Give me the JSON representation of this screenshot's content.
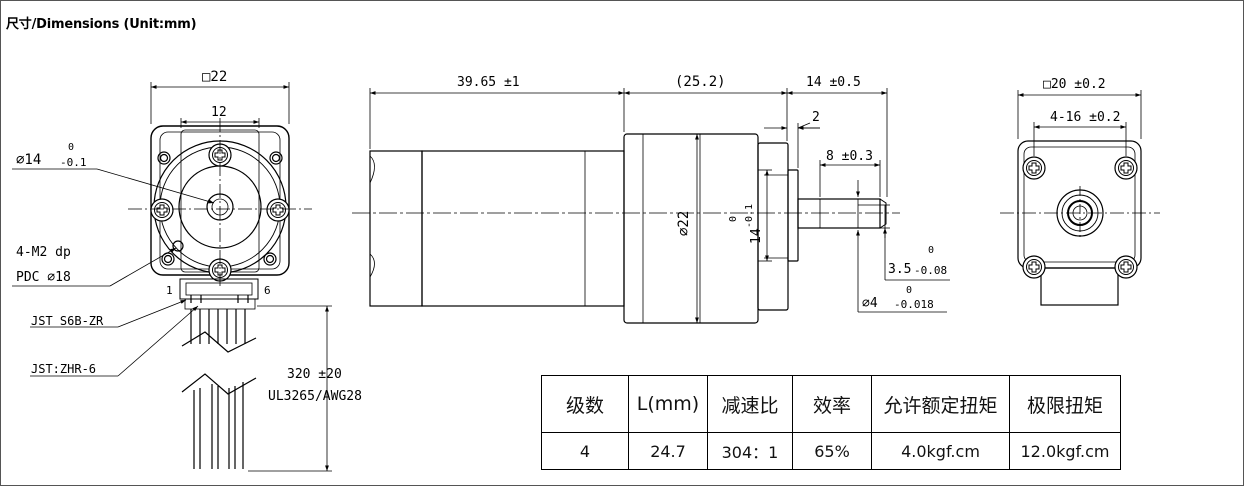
{
  "header": {
    "title": "尺寸/Dimensions (Unit:mm)"
  },
  "drawing": {
    "front_view": {
      "square_size": "□22",
      "boss_width": "12",
      "shaft_dia_label": "∅14",
      "shaft_tol_upper": "0",
      "shaft_tol_lower": "-0.1",
      "holes_label": "4-M2 dp",
      "pcd_label": "PDC ∅18",
      "pin_one": "1",
      "pin_six": "6",
      "connector_label": "JST S6B-ZR",
      "housing_label": "JST:ZHR-6",
      "lead_length": "320 ±20",
      "wire_spec": "UL3265/AWG28"
    },
    "side_view": {
      "motor_length": "39.65 ±1",
      "gearbox_length": "(25.2)",
      "shaft_length": "14 ±0.5",
      "shoulder": "2",
      "flat_length": "8 ±0.3",
      "body_dia": "∅22",
      "pilot_dia": "14",
      "pilot_tol_upper": "0",
      "pilot_tol_lower": "-0.1",
      "flat_height": "3.5",
      "flat_tol_upper": "0",
      "flat_tol_lower": "-0.08",
      "shaft_dia": "∅4",
      "shaft_dia_tol_upper": "0",
      "shaft_dia_tol_lower": "-0.018"
    },
    "rear_view": {
      "square_size": "□20 ±0.2",
      "hole_spacing": "4-16 ±0.2"
    }
  },
  "spec_table": {
    "headers": [
      "级数",
      "L(mm)",
      "减速比",
      "效率",
      "允许额定扭矩",
      "极限扭矩"
    ],
    "values": [
      "4",
      "24.7",
      "304：1",
      "65%",
      "4.0kgf.cm",
      "12.0kgf.cm"
    ]
  }
}
